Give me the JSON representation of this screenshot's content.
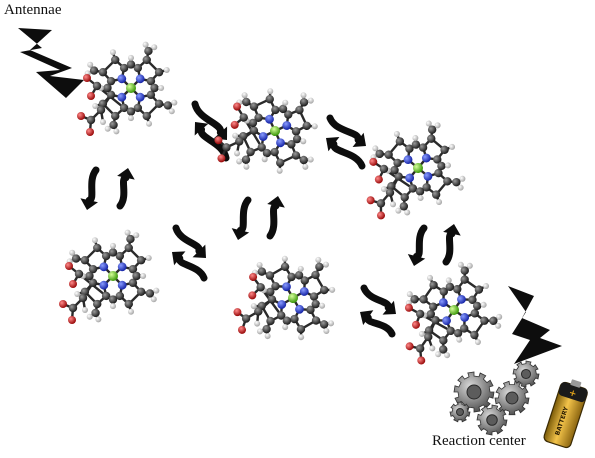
{
  "labels": {
    "antennae": "Antennae",
    "reaction_center": "Reaction center"
  },
  "battery_text": "BATTERY",
  "battery_sign": "+",
  "colors": {
    "carbon": "#4a4a4a",
    "nitrogen": "#2a3fd6",
    "oxygen": "#d42020",
    "hydrogen": "#e6e6e6",
    "magnesium": "#7ddc2a",
    "arrow": "#0d0d0d",
    "battery_gold": "#e0a21a",
    "gear": "#8a8a8a"
  },
  "icons": {
    "molecule": "chlorophyll-molecule-icon",
    "transfer_arrow": "curved-arrow-icon",
    "light": "light-bolt-icon",
    "gears": "gears-icon",
    "battery": "battery-icon"
  }
}
